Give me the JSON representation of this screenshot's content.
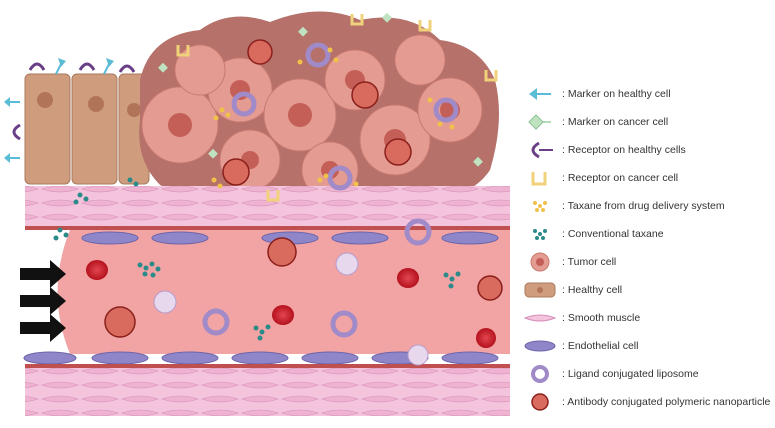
{
  "legend": {
    "items": [
      {
        "icon": "healthy-cell-marker-icon",
        "label": ": Marker on healthy cell"
      },
      {
        "icon": "cancer-cell-marker-icon",
        "label": ": Marker on cancer cell"
      },
      {
        "icon": "healthy-cell-receptor-icon",
        "label": ": Receptor on healthy cells"
      },
      {
        "icon": "cancer-cell-receptor-icon",
        "label": ": Receptor on cancer cell"
      },
      {
        "icon": "delivered-taxane-icon",
        "label": ": Taxane from drug delivery system"
      },
      {
        "icon": "conventional-taxane-icon",
        "label": ": Conventional taxane"
      },
      {
        "icon": "tumor-cell-icon",
        "label": ": Tumor cell"
      },
      {
        "icon": "healthy-cell-icon",
        "label": ": Healthy cell"
      },
      {
        "icon": "smooth-muscle-icon",
        "label": ": Smooth muscle"
      },
      {
        "icon": "endothelial-cell-icon",
        "label": ": Endothelial cell"
      },
      {
        "icon": "liposome-icon",
        "label": ": Ligand conjugated liposome"
      },
      {
        "icon": "polymeric-nanoparticle-icon",
        "label": ": Antibody conjugated polymeric nanoparticle"
      }
    ]
  },
  "colors": {
    "lumen": "#f2a4a4",
    "vessel_wall": "#f3c4dc",
    "muscle_line": "#d97fb0",
    "endothelium": "#8f86c9",
    "healthy_cell": "#cf9c7d",
    "tumor_cell": "#e08a82",
    "tumor_dark": "#a55a52",
    "rbc": "#c8202c",
    "taxane": "#2b8a8a",
    "delivered_taxane": "#f1c24a",
    "healthy_receptor": "#6b3f87",
    "healthy_marker": "#5bbcd6",
    "cancer_marker": "#bfe3c0",
    "cancer_receptor": "#f0d27a",
    "liposome": "#a18ac8",
    "nanoparticle": "#b0312c",
    "flow_arrow": "#111111"
  }
}
